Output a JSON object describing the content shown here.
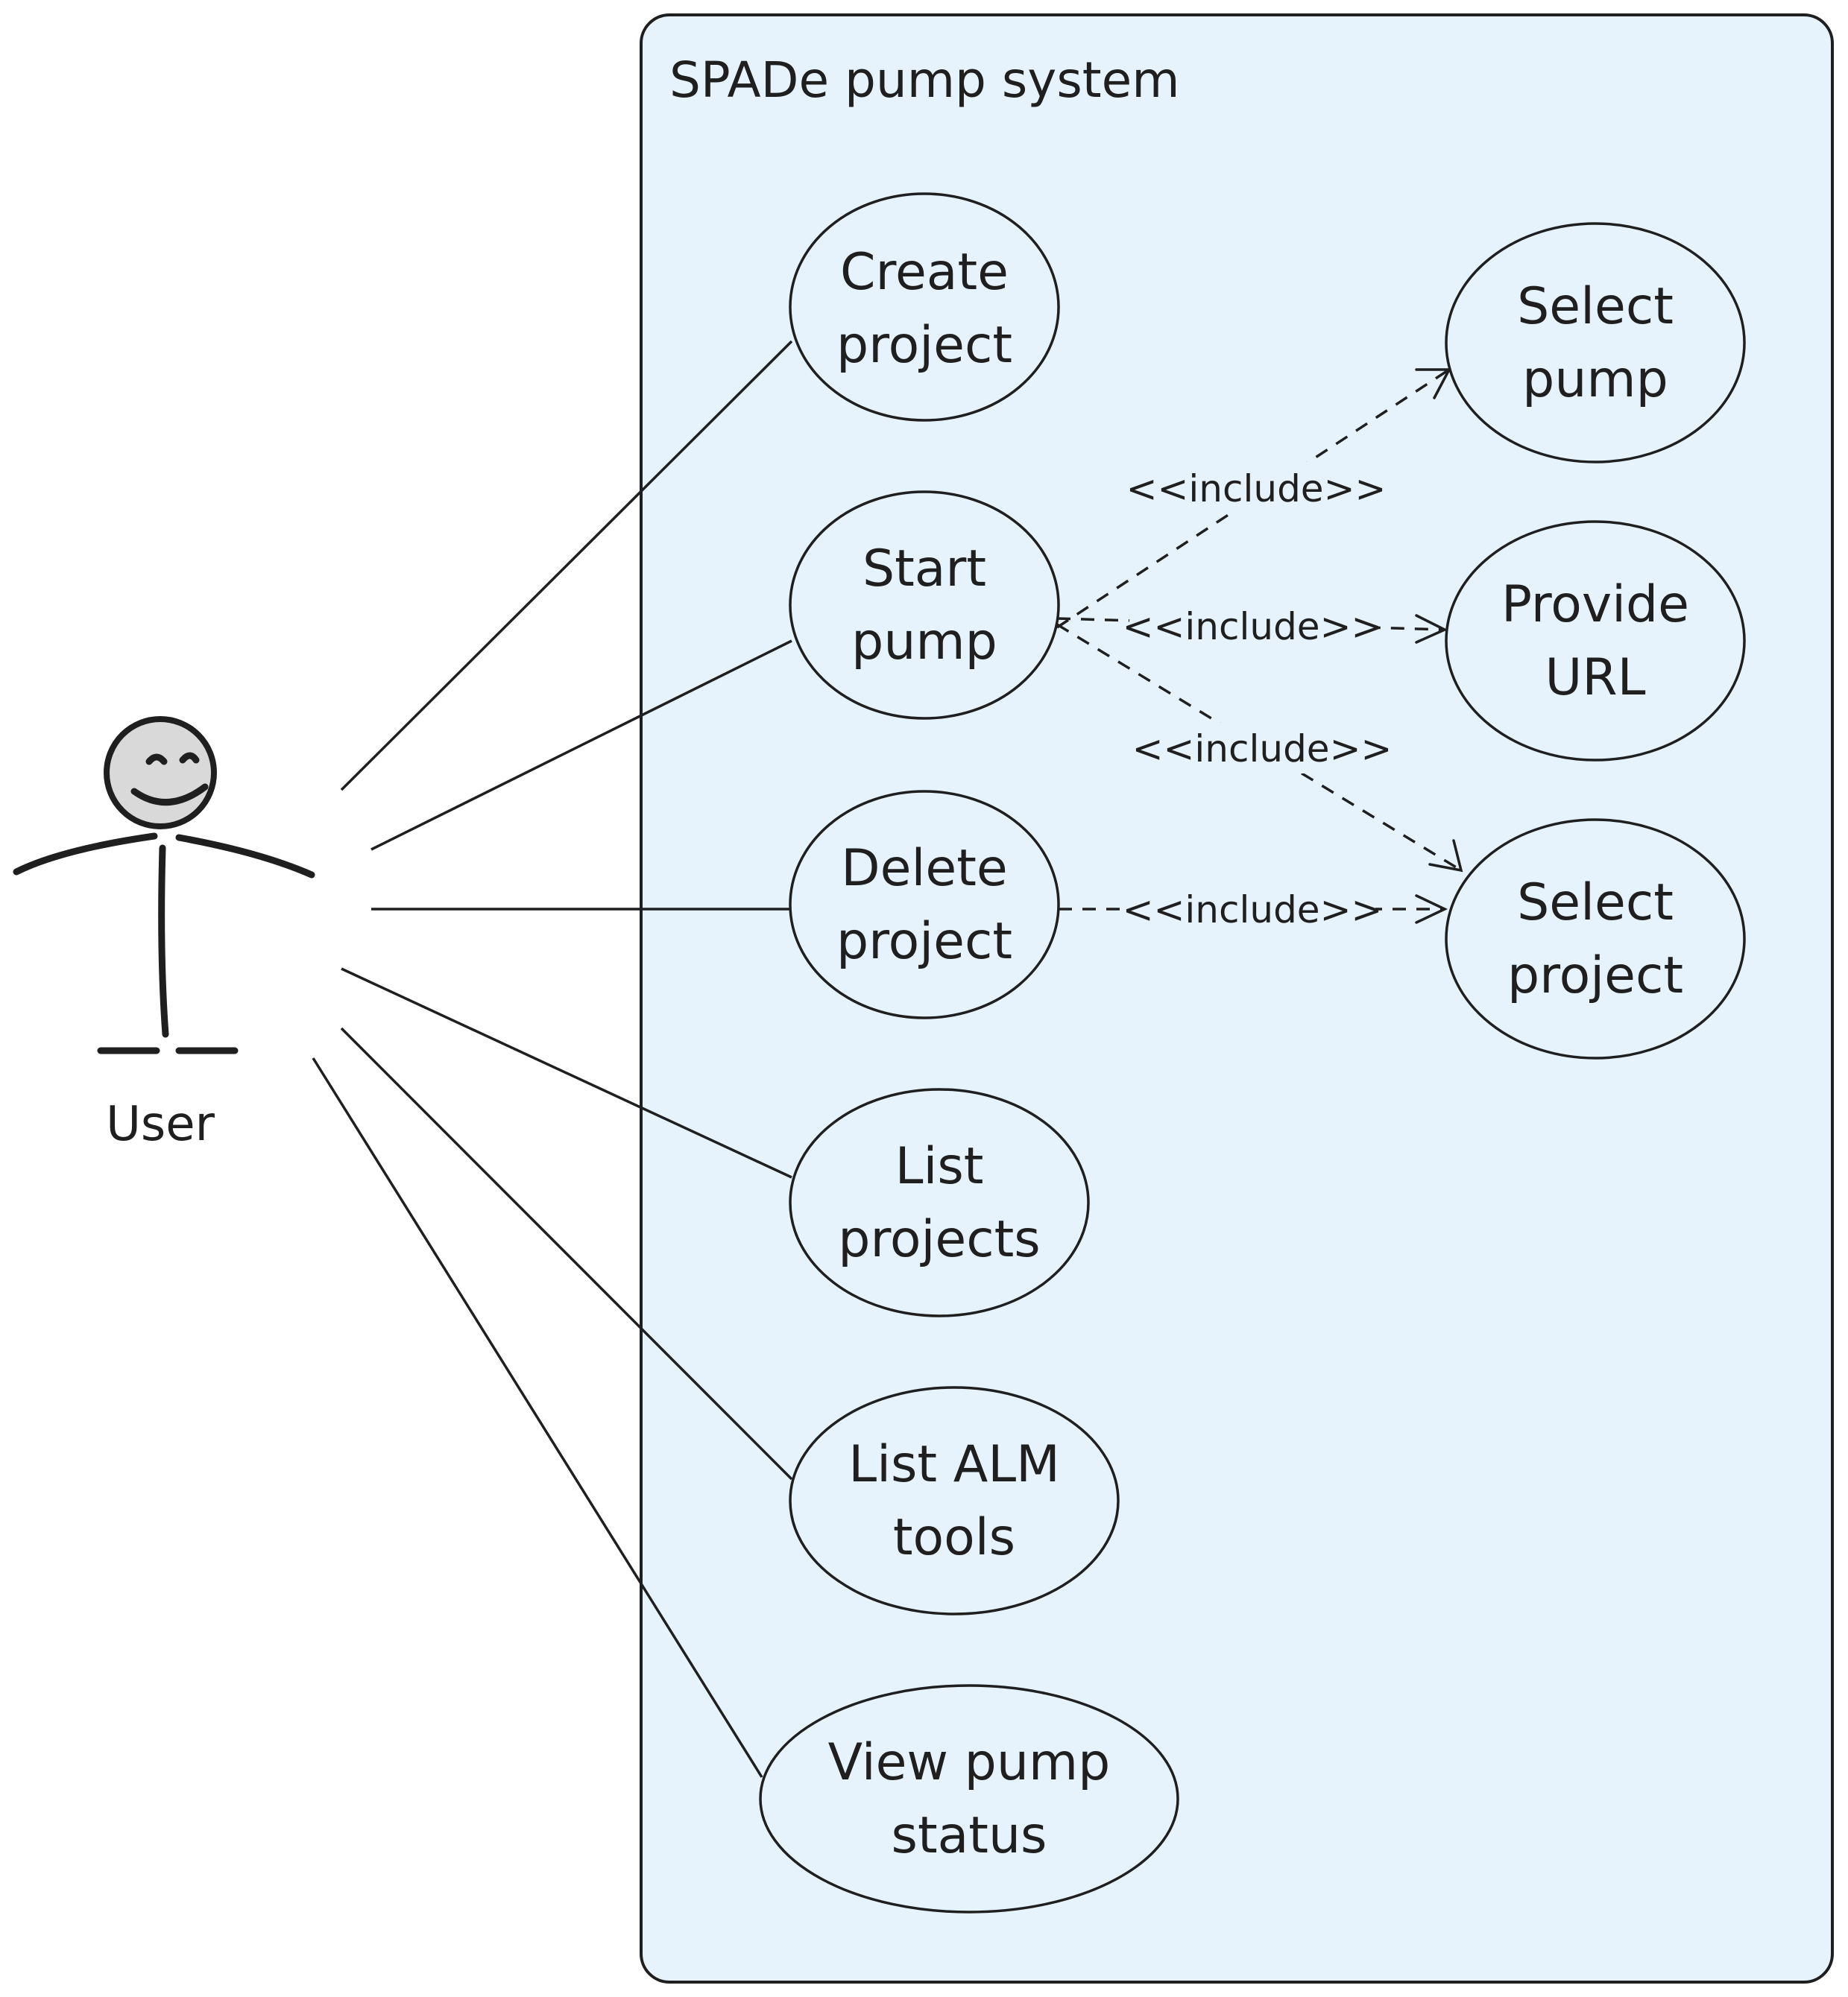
{
  "system": {
    "title": "SPADe pump system"
  },
  "actor": {
    "name": "User"
  },
  "use_cases": {
    "create_project": [
      "Create",
      "project"
    ],
    "start_pump": [
      "Start",
      "pump"
    ],
    "delete_project": [
      "Delete",
      "project"
    ],
    "list_projects": [
      "List",
      "projects"
    ],
    "list_alm_tools": [
      "List ALM",
      "tools"
    ],
    "view_pump_status": [
      "View pump",
      "status"
    ],
    "select_pump": [
      "Select",
      "pump"
    ],
    "provide_url": [
      "Provide",
      "URL"
    ],
    "select_project": [
      "Select",
      "project"
    ]
  },
  "relations": {
    "include_label": "<<include>>"
  },
  "colors": {
    "system_fill": "#e6f3fd",
    "stroke": "#1f1f1f",
    "background": "#ffffff"
  }
}
